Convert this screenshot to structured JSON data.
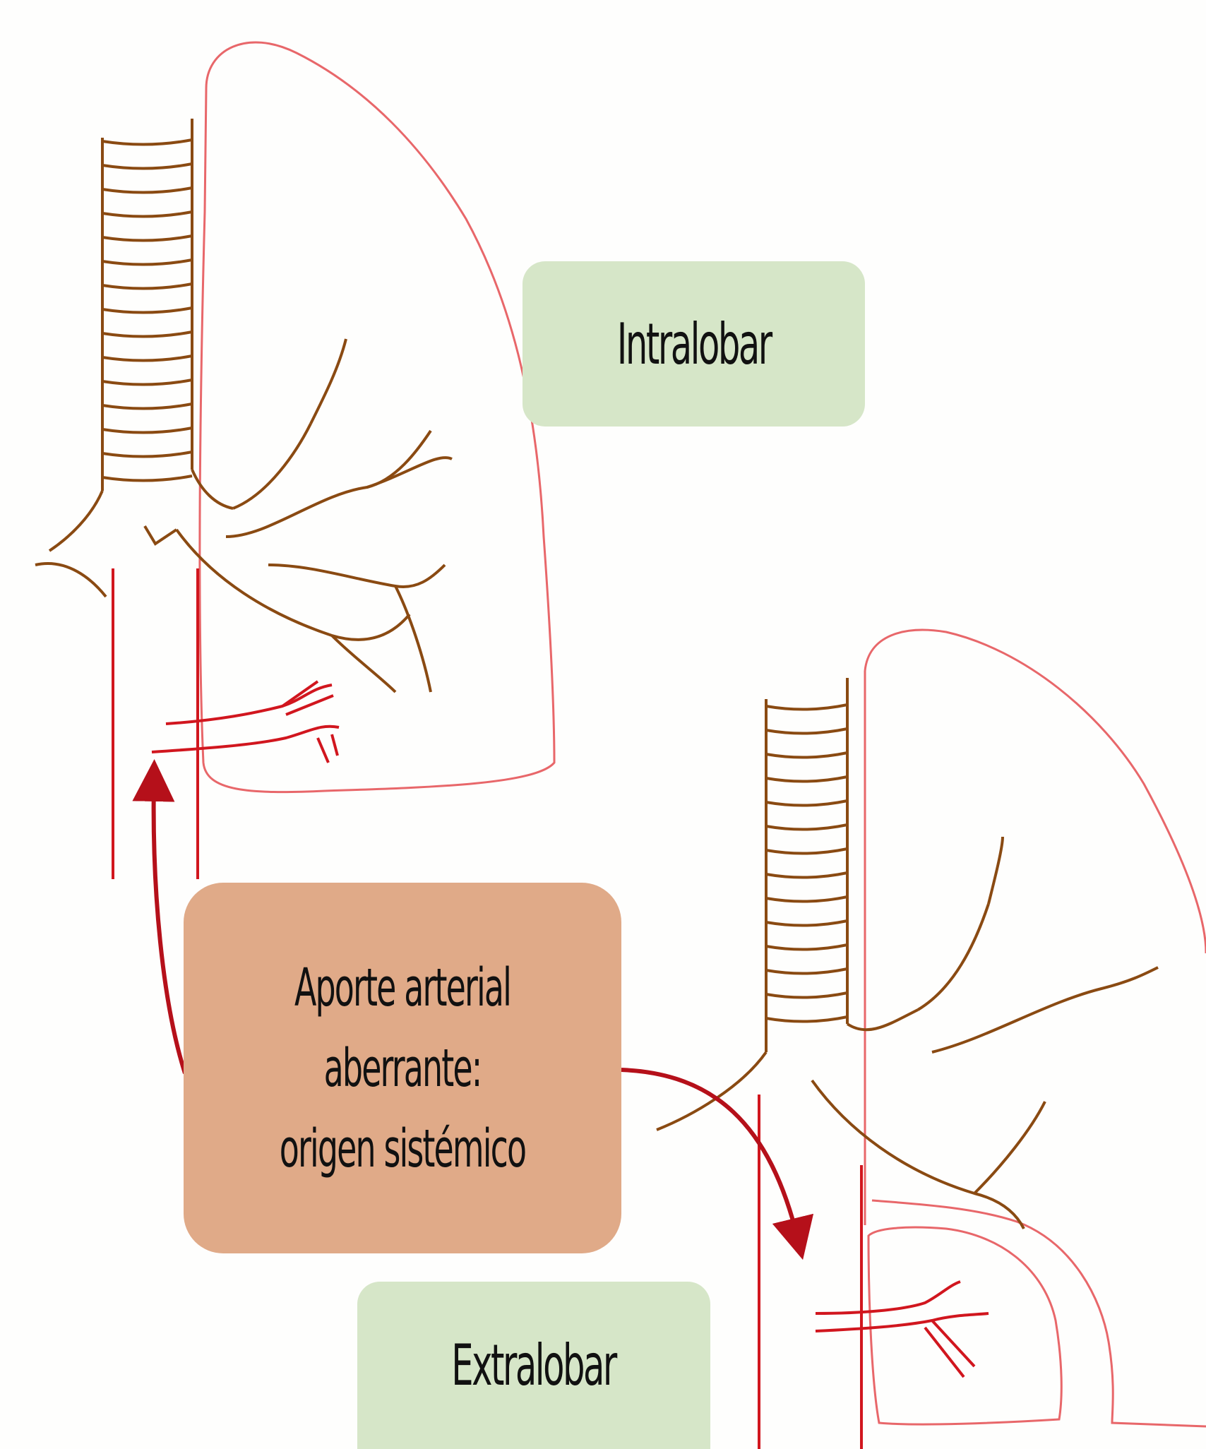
{
  "labels": {
    "intralobar": "Intralobar",
    "extralobar": "Extralobar",
    "aporte_line1": "Aporte arterial",
    "aporte_line2": "aberrante:",
    "aporte_line3": "origen sistémico"
  },
  "colors": {
    "background": "#fefefd",
    "lung_outline": "#e8676a",
    "artery": "#d1161e",
    "arrow": "#b5101a",
    "airway": "#8a4a12",
    "label_green": "#d6e6c8",
    "label_tan": "#e0aa88"
  }
}
